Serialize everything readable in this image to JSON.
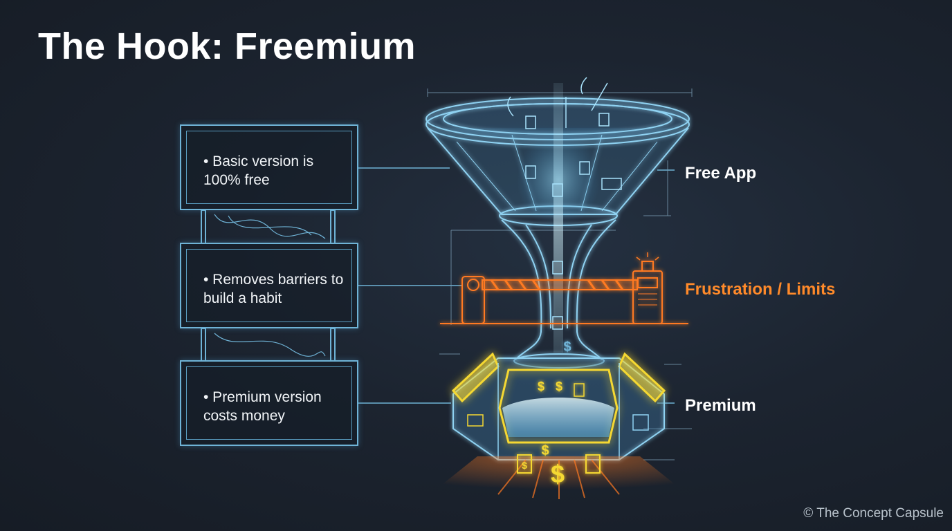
{
  "title": "The Hook: Freemium",
  "panels": [
    {
      "text": "• Basic version is 100% free"
    },
    {
      "text": "• Removes barriers to build a habit"
    },
    {
      "text": "• Premium version costs money"
    }
  ],
  "funnel_labels": {
    "free": "Free App",
    "limits": "Frustration / Limits",
    "premium": "Premium"
  },
  "copyright": "© The Concept Capsule",
  "colors": {
    "background": "#1c2430",
    "blueprint": "#6fb3d6",
    "barrier": "#ff7a22",
    "premium_glow": "#f5d832"
  }
}
